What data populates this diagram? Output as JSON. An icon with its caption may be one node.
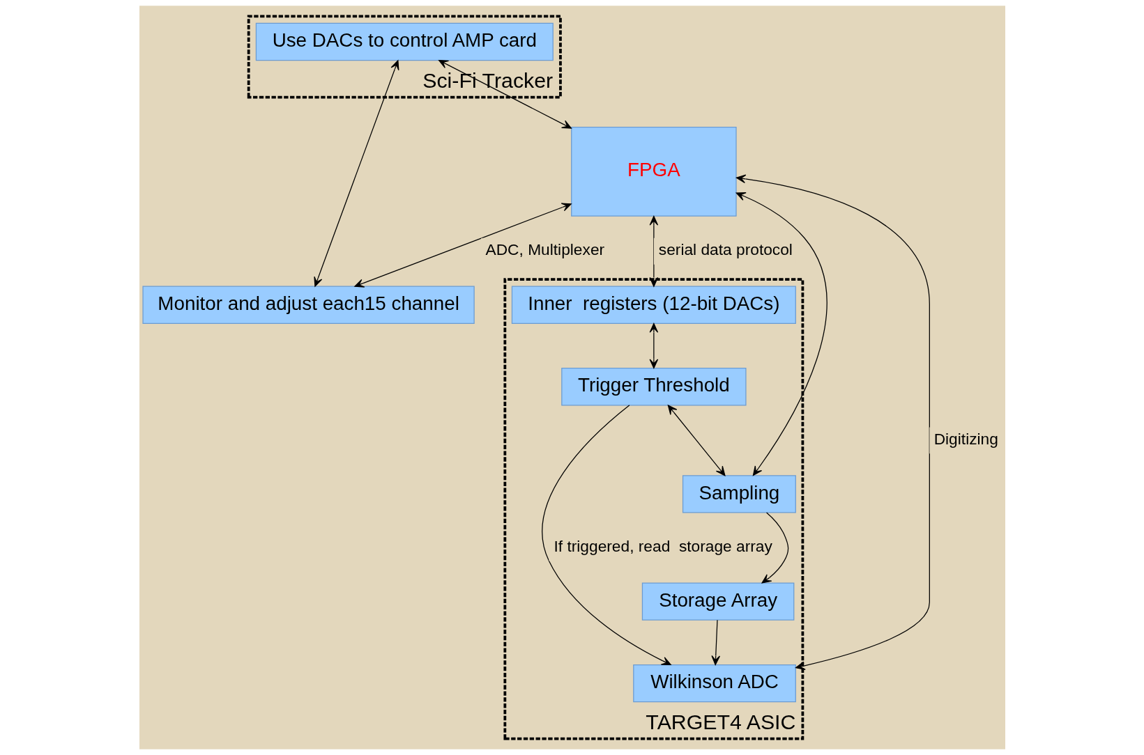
{
  "diagram": {
    "nodes": [
      {
        "text": [
          "Sci-Fi Tracker"
        ]
      },
      {
        "text": [
          "Use DACs to control AMP card"
        ],
        "in": 0
      },
      {
        "text": [
          "Monitor and adjust each15 channel"
        ]
      },
      {
        "text": [
          "FPGA"
        ]
      },
      {
        "text": [
          "TARGET4 ASIC"
        ]
      },
      {
        "text": [
          "Inner  registers (12-bit DACs)"
        ],
        "in": 4
      },
      {
        "text": [
          "Sampling"
        ],
        "in": 4
      },
      {
        "text": [
          "Trigger Threshold"
        ],
        "in": 4
      },
      {
        "text": [
          "Storage Array"
        ],
        "in": 4
      },
      {
        "text": [
          "Wilkinson ADC"
        ],
        "in": 4
      }
    ],
    "edges": [
      {
        "from": 1,
        "to": 3,
        "arrow": "both"
      },
      {
        "from": 1,
        "to": 2,
        "arrow": "both"
      },
      {
        "from": 3,
        "to": 2,
        "arrow": "both",
        "label": "ADC, Multiplexer"
      },
      {
        "from": 3,
        "to": 5,
        "arrow": "both",
        "label": "serial data protocol"
      },
      {
        "from": 3,
        "to": 6,
        "arrow": "both"
      },
      {
        "from": 3,
        "to": 9,
        "arrow": "both",
        "label": "Digitizing"
      },
      {
        "from": 5,
        "to": 7,
        "arrow": "both"
      },
      {
        "from": 7,
        "to": 6,
        "arrow": "both"
      },
      {
        "from": 6,
        "to": 8,
        "arrow": "to"
      },
      {
        "from": 7,
        "to": 9,
        "arrow": "to",
        "label": "If triggered, read  storage array"
      },
      {
        "from": 8,
        "to": 9,
        "arrow": "to"
      }
    ]
  }
}
